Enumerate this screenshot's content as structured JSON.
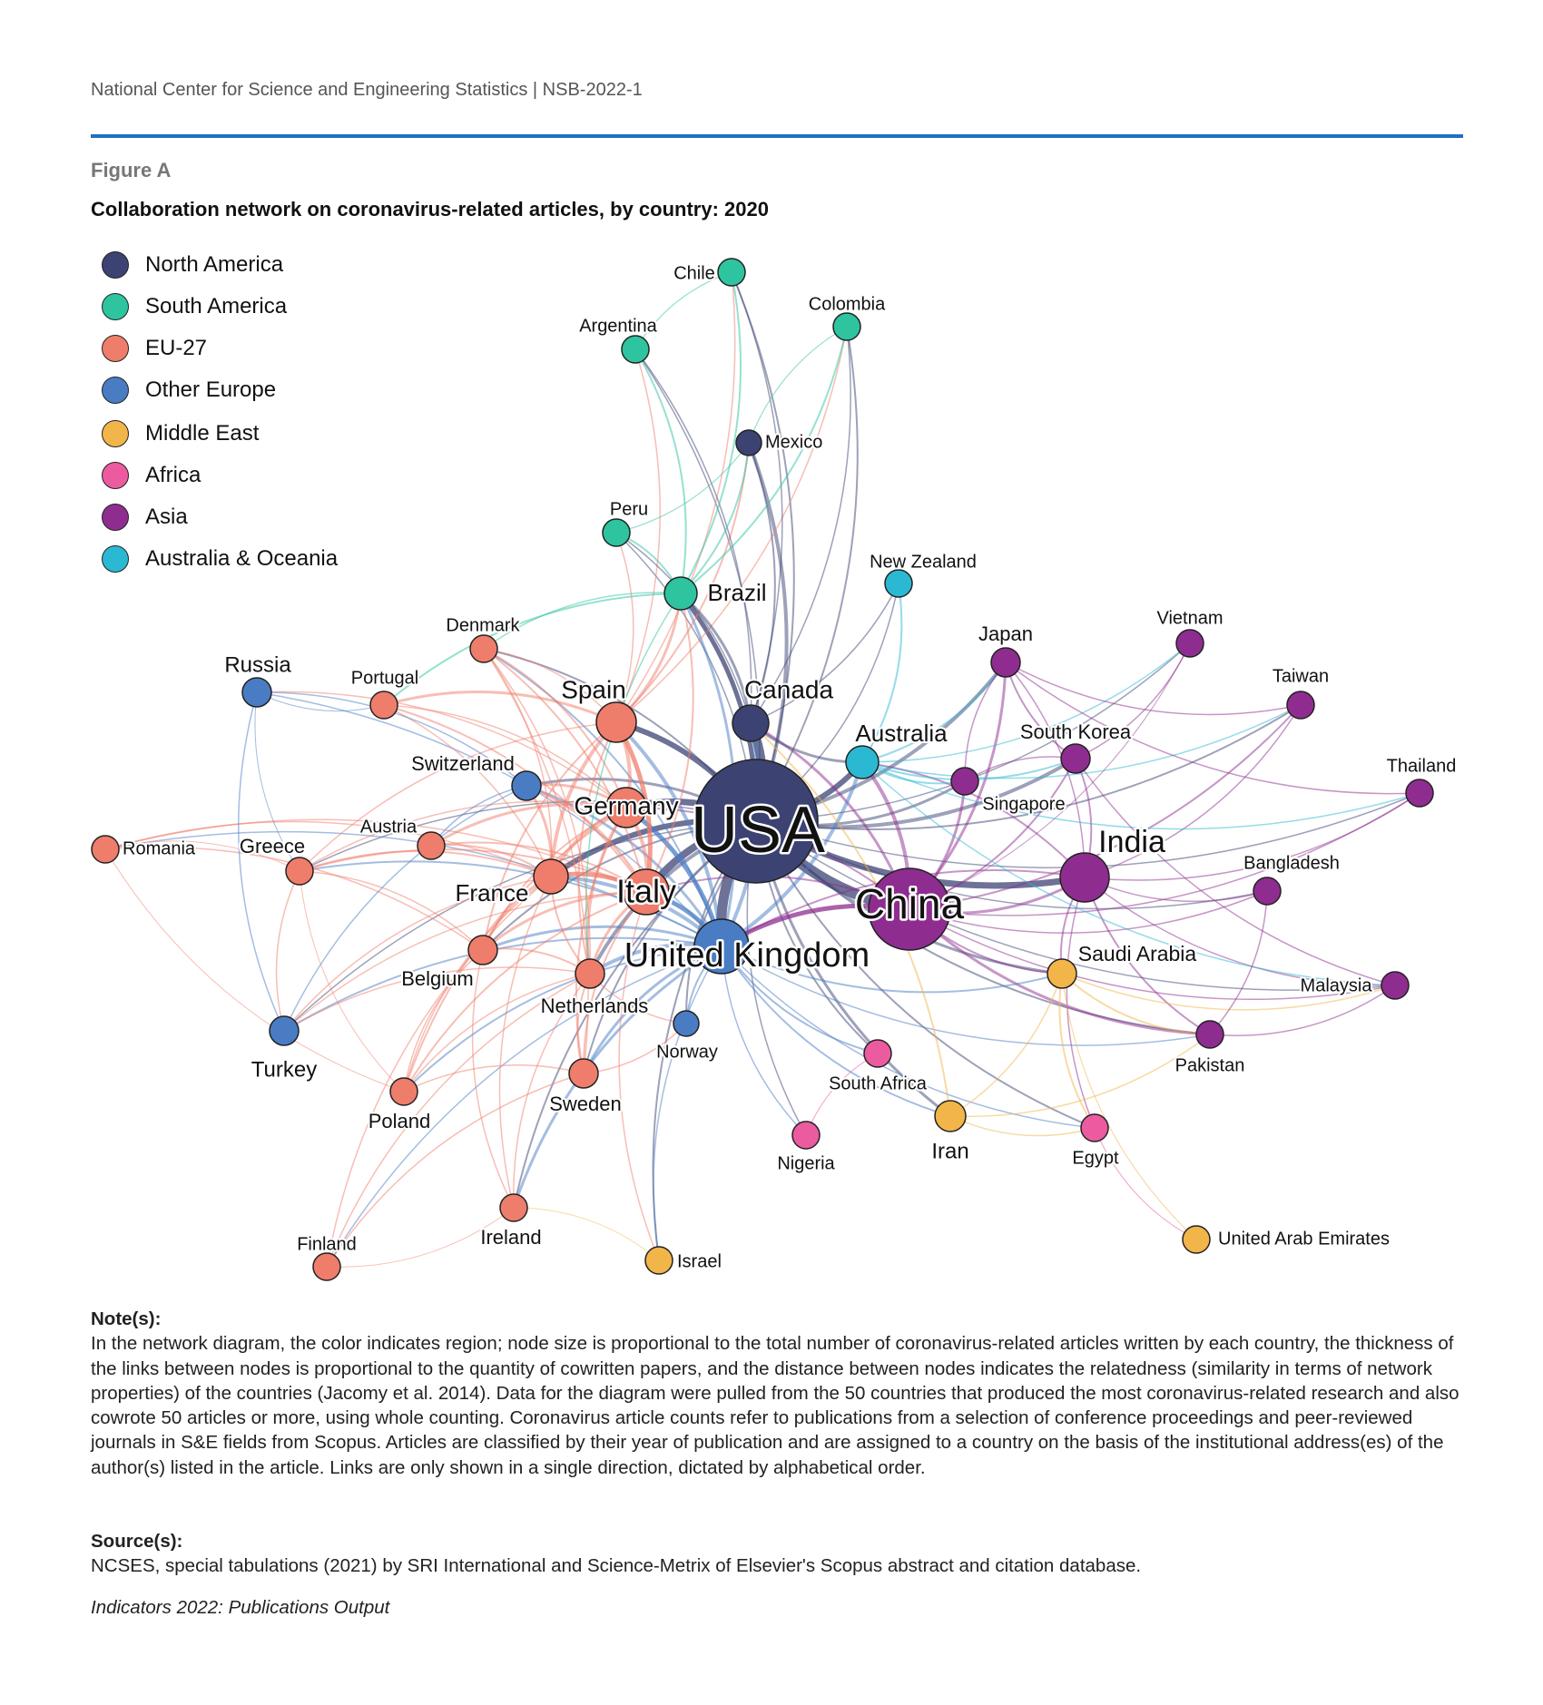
{
  "header": {
    "text": "National Center for Science and Engineering Statistics  |  NSB-2022-1"
  },
  "figure": {
    "label": "Figure A",
    "title": "Collaboration network on coronavirus-related articles, by country: 2020"
  },
  "legend": [
    {
      "label": "North America",
      "color": "#3c4373"
    },
    {
      "label": "South America",
      "color": "#2ec4a0"
    },
    {
      "label": "EU-27",
      "color": "#ef7d6b"
    },
    {
      "label": "Other Europe",
      "color": "#4a7cc4"
    },
    {
      "label": "Middle East",
      "color": "#f2b54a"
    },
    {
      "label": "Africa",
      "color": "#ec5ba0"
    },
    {
      "label": "Asia",
      "color": "#8e2d8f"
    },
    {
      "label": "Australia & Oceania",
      "color": "#2bb8d3"
    }
  ],
  "chart_data": {
    "type": "network",
    "nodes": [
      {
        "name": "USA",
        "region": "North America",
        "size_rank": 1
      },
      {
        "name": "China",
        "region": "Asia",
        "size_rank": 2
      },
      {
        "name": "United Kingdom",
        "region": "Other Europe",
        "size_rank": 3
      },
      {
        "name": "Italy",
        "region": "EU-27",
        "size_rank": 4
      },
      {
        "name": "India",
        "region": "Asia",
        "size_rank": 5
      },
      {
        "name": "Germany",
        "region": "EU-27",
        "size_rank": 6
      },
      {
        "name": "Spain",
        "region": "EU-27",
        "size_rank": 7
      },
      {
        "name": "France",
        "region": "EU-27",
        "size_rank": 8
      },
      {
        "name": "Canada",
        "region": "North America",
        "size_rank": 9
      },
      {
        "name": "Brazil",
        "region": "South America",
        "size_rank": 10
      },
      {
        "name": "Australia",
        "region": "Australia & Oceania",
        "size_rank": 11
      },
      {
        "name": "Iran",
        "region": "Middle East"
      },
      {
        "name": "Netherlands",
        "region": "EU-27"
      },
      {
        "name": "Belgium",
        "region": "EU-27"
      },
      {
        "name": "Saudi Arabia",
        "region": "Middle East"
      },
      {
        "name": "Turkey",
        "region": "Other Europe"
      },
      {
        "name": "Japan",
        "region": "Asia"
      },
      {
        "name": "South Korea",
        "region": "Asia"
      },
      {
        "name": "Switzerland",
        "region": "Other Europe"
      },
      {
        "name": "Sweden",
        "region": "EU-27"
      },
      {
        "name": "Russia",
        "region": "Other Europe"
      },
      {
        "name": "Greece",
        "region": "EU-27"
      },
      {
        "name": "Austria",
        "region": "EU-27"
      },
      {
        "name": "Portugal",
        "region": "EU-27"
      },
      {
        "name": "Denmark",
        "region": "EU-27"
      },
      {
        "name": "Poland",
        "region": "EU-27"
      },
      {
        "name": "Ireland",
        "region": "EU-27"
      },
      {
        "name": "Singapore",
        "region": "Asia"
      },
      {
        "name": "Pakistan",
        "region": "Asia"
      },
      {
        "name": "Taiwan",
        "region": "Asia"
      },
      {
        "name": "Bangladesh",
        "region": "Asia"
      },
      {
        "name": "Mexico",
        "region": "North America"
      },
      {
        "name": "South Africa",
        "region": "Africa"
      },
      {
        "name": "Norway",
        "region": "Other Europe"
      },
      {
        "name": "Egypt",
        "region": "Africa"
      },
      {
        "name": "Malaysia",
        "region": "Asia"
      },
      {
        "name": "Thailand",
        "region": "Asia"
      },
      {
        "name": "Vietnam",
        "region": "Asia"
      },
      {
        "name": "New Zealand",
        "region": "Australia & Oceania"
      },
      {
        "name": "Colombia",
        "region": "South America"
      },
      {
        "name": "Chile",
        "region": "South America"
      },
      {
        "name": "Argentina",
        "region": "South America"
      },
      {
        "name": "Peru",
        "region": "South America"
      },
      {
        "name": "Romania",
        "region": "EU-27"
      },
      {
        "name": "Finland",
        "region": "EU-27"
      },
      {
        "name": "Israel",
        "region": "Middle East"
      },
      {
        "name": "Nigeria",
        "region": "Africa"
      },
      {
        "name": "United Arab Emirates",
        "region": "Middle East"
      }
    ]
  },
  "notes": {
    "heading": "Note(s):",
    "text": "In the network diagram, the color indicates region; node size is proportional to the total number of coronavirus-related articles written by each country, the thickness of the links between nodes is proportional to the quantity of cowritten papers, and the distance between nodes indicates the relatedness (similarity in terms of network properties) of the countries (Jacomy et al. 2014). Data for the diagram were pulled from the 50 countries that produced the most coronavirus-related research and also cowrote 50 articles or more, using whole counting. Coronavirus article counts refer to publications from a selection of conference proceedings and peer-reviewed journals in S&E fields from Scopus. Articles are classified by their year of publication and are assigned to a country on the basis of the institutional address(es) of the author(s) listed in the article. Links are only shown in a single direction, dictated by alphabetical order."
  },
  "source": {
    "heading": "Source(s):",
    "text": "NCSES, special tabulations (2021) by SRI International and Science-Metrix of Elsevier's Scopus abstract and citation database."
  },
  "citation": "Indicators 2022: Publications Output"
}
